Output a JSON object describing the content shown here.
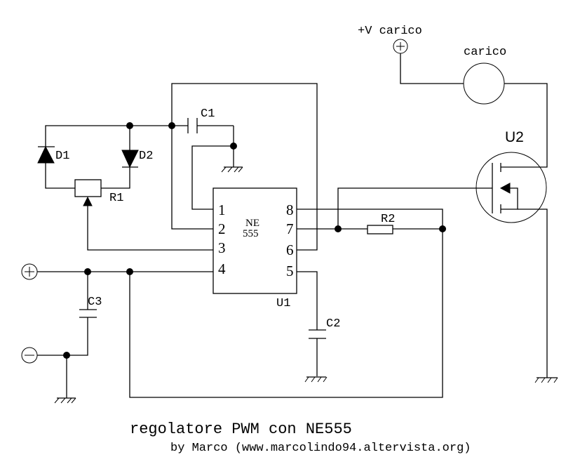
{
  "diagram": {
    "title": "regolatore PWM con NE555",
    "subtitle": "by Marco (www.marcolindo94.altervista.org)",
    "supply": {
      "load_supply_label": "+V carico",
      "load_label": "carico",
      "positive_symbol": "+",
      "negative_symbol": "−"
    },
    "components": {
      "d1": "D1",
      "d2": "D2",
      "r1": "R1",
      "r2": "R2",
      "c1": "C1",
      "c2": "C2",
      "c3": "C3",
      "u1": "U1",
      "u2": "U2",
      "chip_line1": "NE",
      "chip_line2": "555"
    },
    "pins": {
      "left": [
        "1",
        "2",
        "3",
        "4"
      ],
      "right": [
        "8",
        "7",
        "6",
        "5"
      ]
    }
  }
}
